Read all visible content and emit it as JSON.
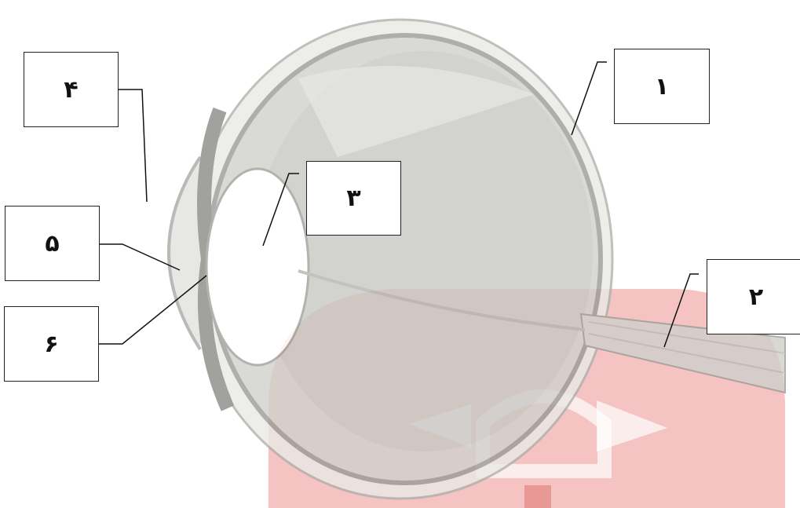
{
  "labels": {
    "l1": "۱",
    "l2": "۲",
    "l3": "۳",
    "l4": "۴",
    "l5": "۵",
    "l6": "۶"
  },
  "colors": {
    "watermark": "#f3b9b6",
    "eye_fill": "#d6d6d2",
    "eye_outline": "#9a9a96",
    "lens": "#ffffff",
    "leader_line": "#111111"
  },
  "icons": {
    "watermark": "watermark-logo"
  }
}
